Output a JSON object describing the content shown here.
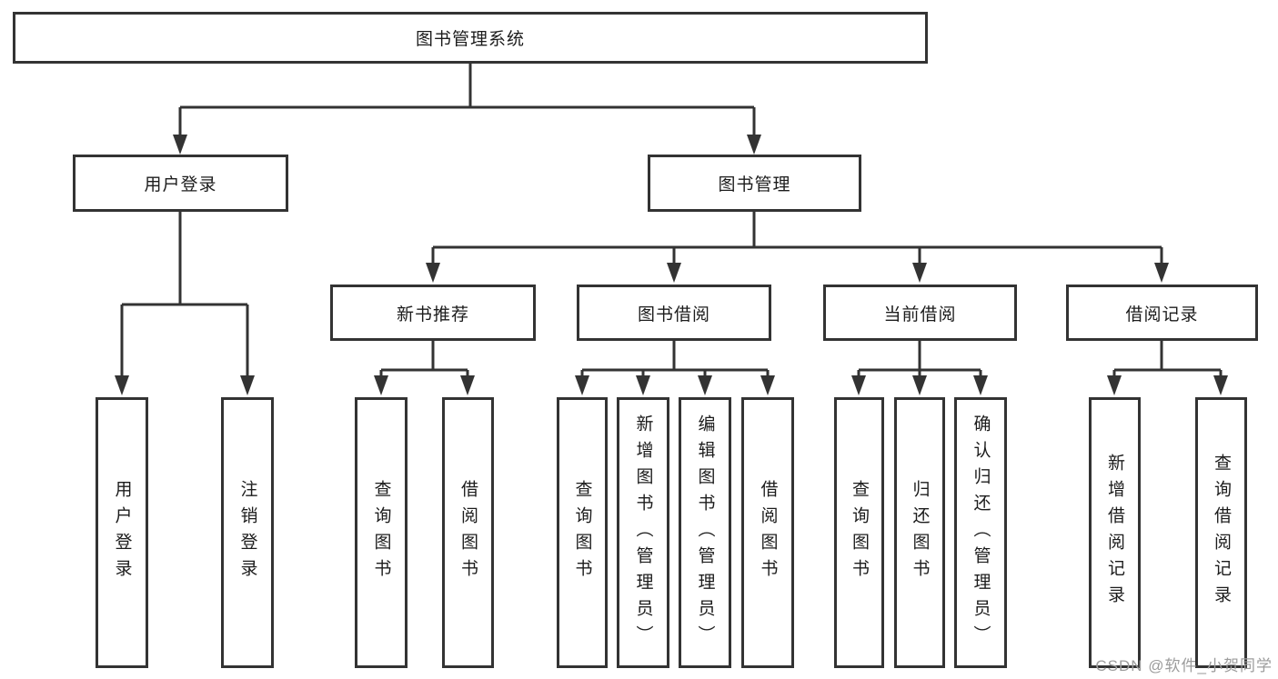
{
  "diagram": {
    "root": {
      "label": "图书管理系统"
    },
    "level2": [
      {
        "label": "用户登录"
      },
      {
        "label": "图书管理"
      }
    ],
    "level3": [
      {
        "label": "新书推荐",
        "parent": "图书管理"
      },
      {
        "label": "图书借阅",
        "parent": "图书管理"
      },
      {
        "label": "当前借阅",
        "parent": "图书管理"
      },
      {
        "label": "借阅记录",
        "parent": "图书管理"
      }
    ],
    "leaves": [
      {
        "label": "用户登录",
        "parent": "用户登录"
      },
      {
        "label": "注销登录",
        "parent": "用户登录"
      },
      {
        "label": "查询图书",
        "parent": "新书推荐"
      },
      {
        "label": "借阅图书",
        "parent": "新书推荐"
      },
      {
        "label": "查询图书",
        "parent": "图书借阅"
      },
      {
        "label": "新增图书（管理员）",
        "parent": "图书借阅"
      },
      {
        "label": "编辑图书（管理员）",
        "parent": "图书借阅"
      },
      {
        "label": "借阅图书",
        "parent": "图书借阅"
      },
      {
        "label": "查询图书",
        "parent": "当前借阅"
      },
      {
        "label": "归还图书",
        "parent": "当前借阅"
      },
      {
        "label": "确认归还（管理员）",
        "parent": "当前借阅"
      },
      {
        "label": "新增借阅记录",
        "parent": "借阅记录"
      },
      {
        "label": "查询借阅记录",
        "parent": "借阅记录"
      }
    ]
  },
  "watermark": {
    "text": "CSDN @软件_小贺同学"
  },
  "colors": {
    "line": "#333333",
    "box_border": "#333333",
    "text": "#1c1c1c",
    "watermark": "#9c9c9c",
    "background": "#ffffff"
  }
}
